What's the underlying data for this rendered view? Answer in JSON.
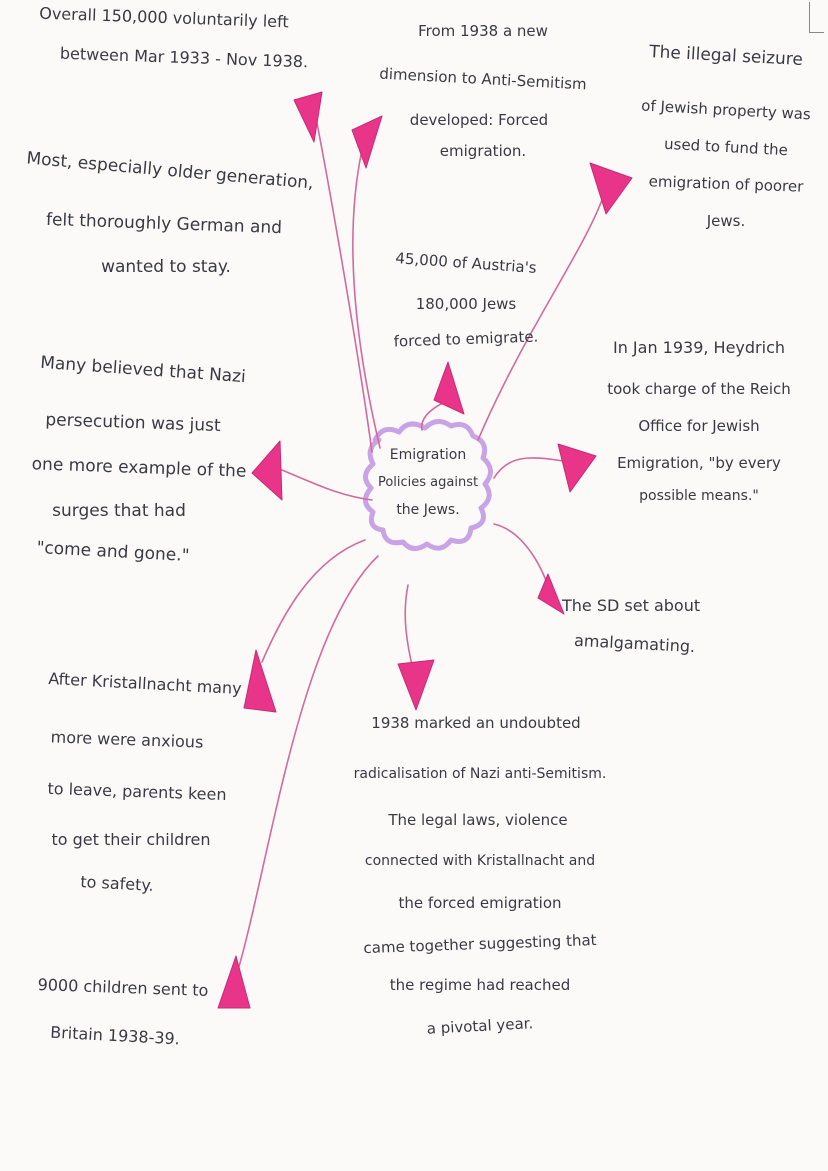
{
  "topic": {
    "lines": [
      "Emigration",
      "Policies against",
      "the Jews."
    ]
  },
  "notes": {
    "voluntary_left": [
      "Overall 150,000 voluntarily left",
      "between Mar 1933 - Nov 1938."
    ],
    "new_dimension": [
      "From 1938 a new",
      "dimension to Anti-Semitism",
      "developed: Forced",
      "emigration."
    ],
    "property_seizure": [
      "The illegal seizure",
      "of Jewish property was",
      "used to fund the",
      "emigration of poorer",
      "Jews."
    ],
    "older_generation": [
      "Most, especially older generation,",
      "felt thoroughly German and",
      "wanted to stay."
    ],
    "austria": [
      "45,000 of Austria's",
      "180,000 Jews",
      "forced to emigrate."
    ],
    "heydrich": [
      "In Jan 1939, Heydrich",
      "took charge of the Reich",
      "Office for Jewish",
      "Emigration, \"by every",
      "possible means.\""
    ],
    "persecution_belief": [
      "Many believed that Nazi",
      "persecution was just",
      "one more example of the",
      "surges that had",
      "\"come and gone.\""
    ],
    "sd": [
      "The SD set about",
      "amalgamating."
    ],
    "kristallnacht": [
      "After Kristallnacht many",
      "more were anxious",
      "to leave, parents keen",
      "to get their children",
      "to safety."
    ],
    "radicalisation": [
      "1938 marked an undoubted",
      "radicalisation of Nazi anti-Semitism.",
      "The legal laws, violence",
      "connected with Kristallnacht and",
      "the forced emigration",
      "came together suggesting that",
      "the regime had reached",
      "a pivotal year."
    ],
    "children": [
      "9000 children sent to",
      "Britain 1938-39."
    ]
  },
  "colors": {
    "ink": "#3a3a44",
    "connector": "#d46a9c",
    "arrow": "#e8358a",
    "bubble": "#c9a3e6"
  }
}
